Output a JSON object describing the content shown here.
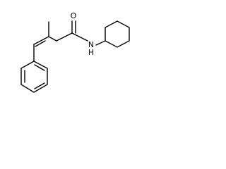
{
  "molecule": {
    "atoms": {
      "oxygen_label": "O",
      "nitrogen_label": "N",
      "nh_hydrogen_label": "H"
    }
  },
  "colors": {
    "background": "#ffffff",
    "bond": "#000000",
    "text": "#000000"
  }
}
